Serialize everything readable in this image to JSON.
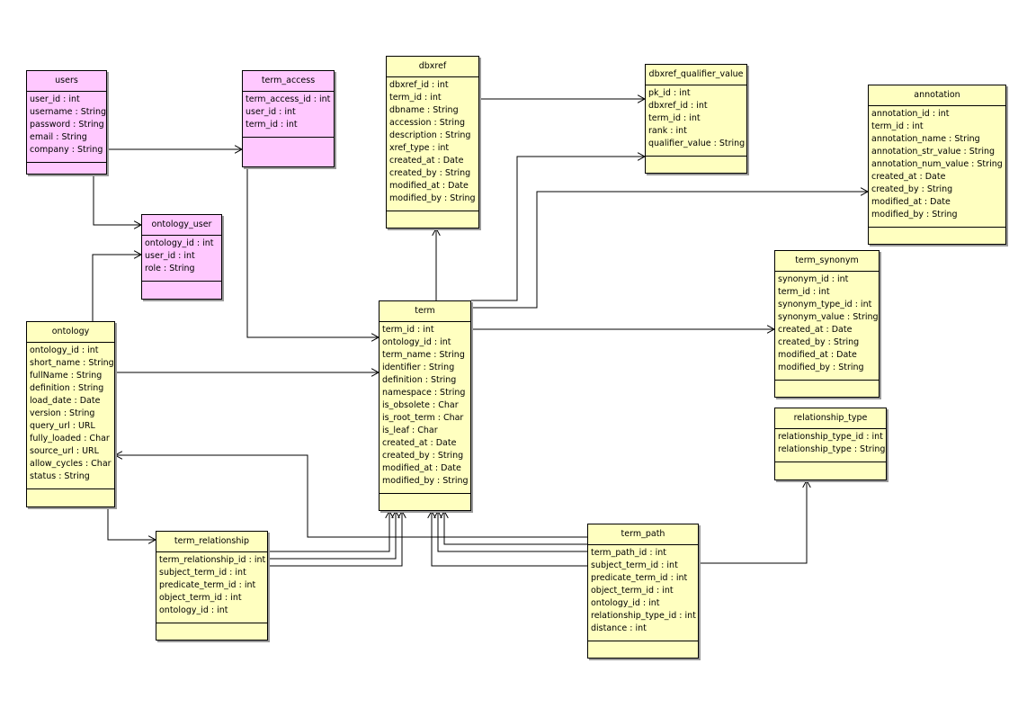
{
  "colors": {
    "entity": "#ffffc0",
    "entity_access": "#ffc8ff",
    "line": "#000000"
  },
  "entities": {
    "users": {
      "name": "users",
      "attrs": [
        "user_id : int",
        "username : String",
        "password : String",
        "email : String",
        "company : String"
      ]
    },
    "term_access": {
      "name": "term_access",
      "attrs": [
        "term_access_id : int",
        "user_id : int",
        "term_id : int"
      ]
    },
    "ontology_user": {
      "name": "ontology_user",
      "attrs": [
        "ontology_id : int",
        "user_id : int",
        "role : String"
      ]
    },
    "dbxref": {
      "name": "dbxref",
      "attrs": [
        "dbxref_id : int",
        "term_id : int",
        "dbname : String",
        "accession : String",
        "description : String",
        "xref_type : int",
        "created_at : Date",
        "created_by : String",
        "modified_at : Date",
        "modified_by : String"
      ]
    },
    "dbxref_qualifier_value": {
      "name": "dbxref_qualifier_value",
      "attrs": [
        "pk_id : int",
        "dbxref_id : int",
        "term_id : int",
        "rank : int",
        "qualifier_value : String"
      ]
    },
    "annotation": {
      "name": "annotation",
      "attrs": [
        "annotation_id : int",
        "term_id : int",
        "annotation_name : String",
        "annotation_str_value : String",
        "annotation_num_value : String",
        "created_at : Date",
        "created_by : String",
        "modified_at : Date",
        "modified_by : String"
      ]
    },
    "term_synonym": {
      "name": "term_synonym",
      "attrs": [
        "synonym_id : int",
        "term_id : int",
        "synonym_type_id : int",
        "synonym_value : String",
        "created_at : Date",
        "created_by : String",
        "modified_at : Date",
        "modified_by : String"
      ]
    },
    "relationship_type": {
      "name": "relationship_type",
      "attrs": [
        "relationship_type_id : int",
        "relationship_type : String"
      ]
    },
    "ontology": {
      "name": "ontology",
      "attrs": [
        "ontology_id : int",
        "short_name : String",
        "fullName : String",
        "definition : String",
        "load_date : Date",
        "version : String",
        "query_url : URL",
        "fully_loaded : Char",
        "source_url : URL",
        "allow_cycles : Char",
        "status : String"
      ]
    },
    "term": {
      "name": "term",
      "attrs": [
        "term_id : int",
        "ontology_id : int",
        "term_name : String",
        "identifier : String",
        "definition : String",
        "namespace : String",
        "is_obsolete : Char",
        "is_root_term : Char",
        "is_leaf : Char",
        "created_at : Date",
        "created_by : String",
        "modified_at : Date",
        "modified_by : String"
      ]
    },
    "term_relationship": {
      "name": "term_relationship",
      "attrs": [
        "term_relationship_id : int",
        "subject_term_id : int",
        "predicate_term_id : int",
        "object_term_id : int",
        "ontology_id : int"
      ]
    },
    "term_path": {
      "name": "term_path",
      "attrs": [
        "term_path_id : int",
        "subject_term_id : int",
        "predicate_term_id : int",
        "object_term_id : int",
        "ontology_id : int",
        "relationship_type_id : int",
        "distance : int"
      ]
    }
  }
}
